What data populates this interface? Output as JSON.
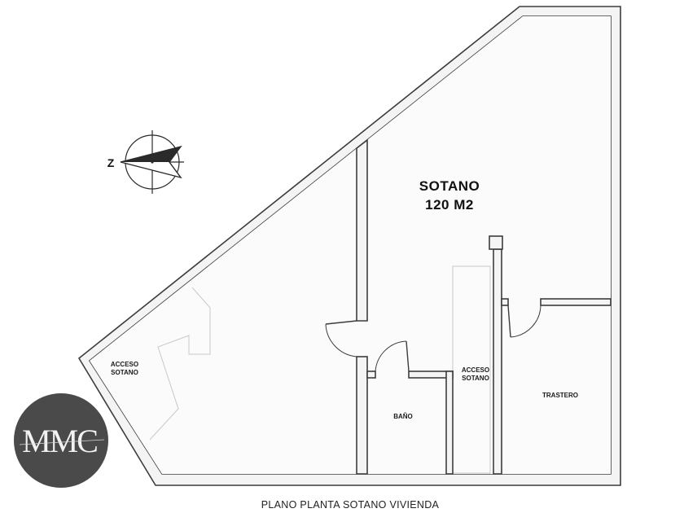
{
  "rooms": {
    "sotano": {
      "name": "SOTANO",
      "area": "120 M2"
    },
    "acceso_left": {
      "line1": "ACCESO",
      "line2": "SOTANO"
    },
    "acceso_center": {
      "line1": "ACCESO",
      "line2": "SOTANO"
    },
    "bano": {
      "name": "BAÑO"
    },
    "trastero": {
      "name": "TRASTERO"
    }
  },
  "plan_title": "PLANO PLANTA SOTANO VIVIENDA",
  "compass": {
    "label": "Z"
  },
  "logo": {
    "text": "MMC"
  },
  "colors": {
    "wall": "#3c3c3c",
    "wall_fill": "#f4f4f4",
    "logo_bg": "#4a4a4a"
  }
}
